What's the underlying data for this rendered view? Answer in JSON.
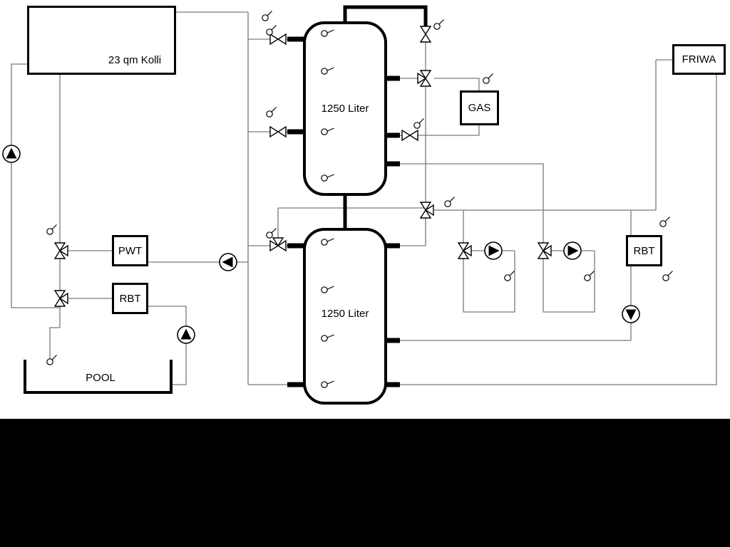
{
  "diagram": {
    "type": "hydraulic-heating-schematic",
    "boxes": {
      "collector": "23 qm Kolli",
      "pwt": "PWT",
      "rbt_left": "RBT",
      "gas": "GAS",
      "friwa": "FRIWA",
      "rbt_right": "RBT",
      "pool": "POOL"
    },
    "tanks": {
      "top": "1250 Liter",
      "bottom": "1250 Liter"
    },
    "colors": {
      "pipe": "#7a7a7a",
      "outline": "#000000",
      "background": "#ffffff",
      "bottom_bar": "#000000"
    }
  }
}
